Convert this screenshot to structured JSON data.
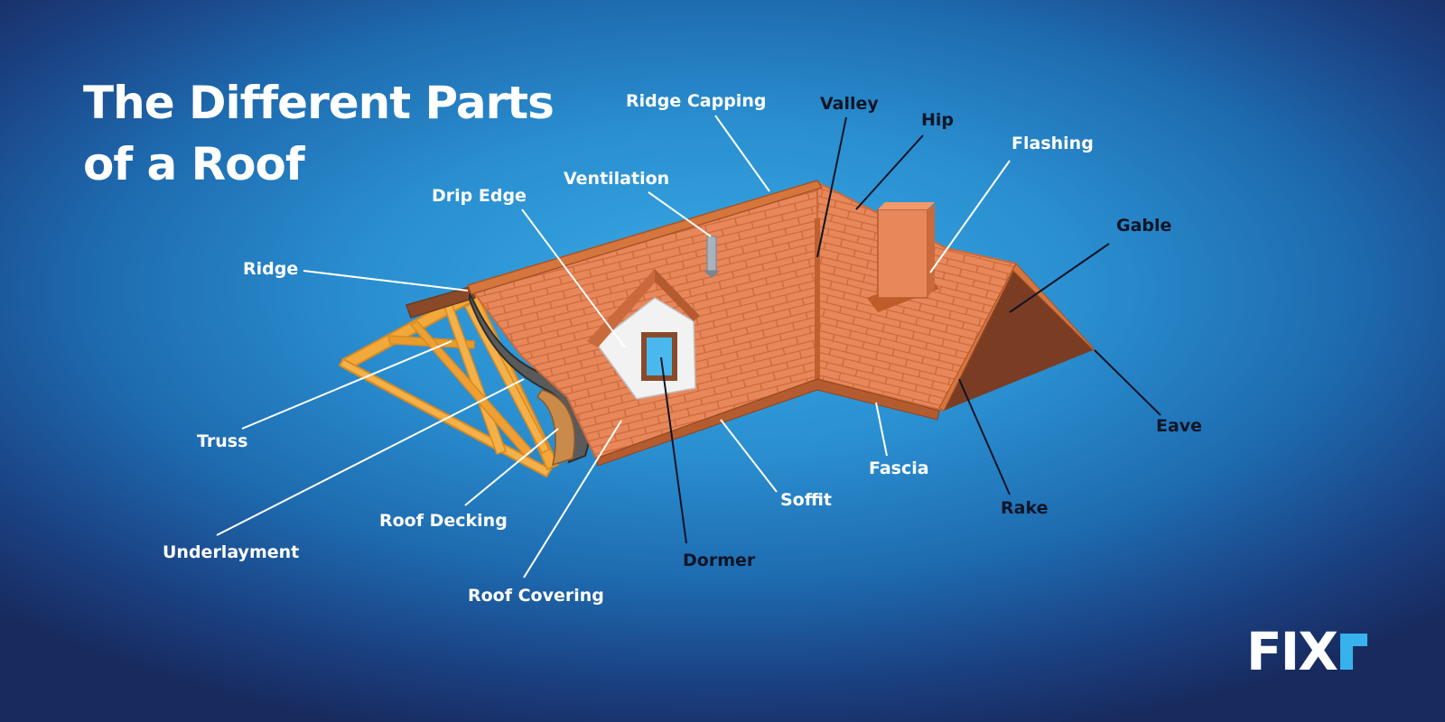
{
  "title": {
    "line1": "The Different Parts",
    "line2": "of a Roof"
  },
  "labels": {
    "ridge_capping": "Ridge Capping",
    "valley": "Valley",
    "hip": "Hip",
    "flashing": "Flashing",
    "ventilation": "Ventilation",
    "drip_edge": "Drip Edge",
    "gable": "Gable",
    "ridge": "Ridge",
    "truss": "Truss",
    "underlayment": "Underlayment",
    "roof_decking": "Roof Decking",
    "roof_covering": "Roof Covering",
    "dormer": "Dormer",
    "soffit": "Soffit",
    "fascia": "Fascia",
    "rake": "Rake",
    "eave": "Eave"
  },
  "logo": {
    "text": "FIX"
  },
  "colors": {
    "roof_tile": "#e8875a",
    "roof_dark": "#c96a3c",
    "truss_wood": "#f2a93b",
    "gable_shadow": "#7a3d24",
    "leader_light": "#ffffff",
    "leader_dark": "#0d1526",
    "logo_accent": "#38b2ec"
  }
}
